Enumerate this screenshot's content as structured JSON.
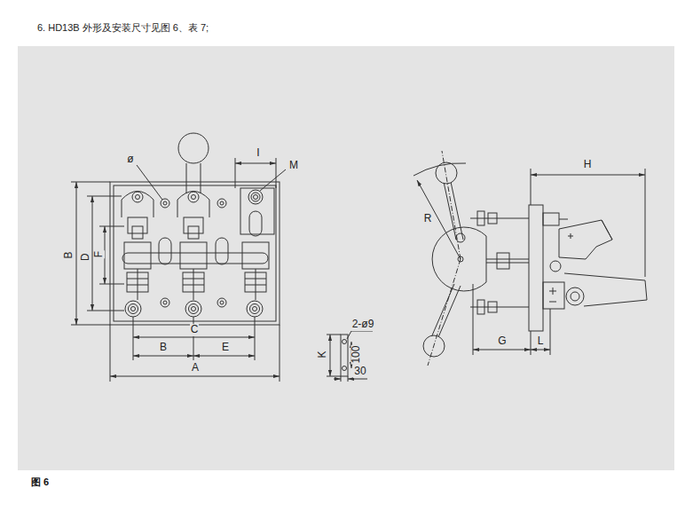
{
  "diagram": {
    "title": "6. HD13B 外形及安装尺寸见图 6、表 7;",
    "caption": "图 6",
    "labels": [
      "ø",
      "I",
      "M",
      "B",
      "D",
      "F",
      "C",
      "B",
      "E",
      "A",
      "2-ø9",
      "K",
      "100",
      "30",
      "H",
      "R",
      "G",
      "L"
    ]
  }
}
